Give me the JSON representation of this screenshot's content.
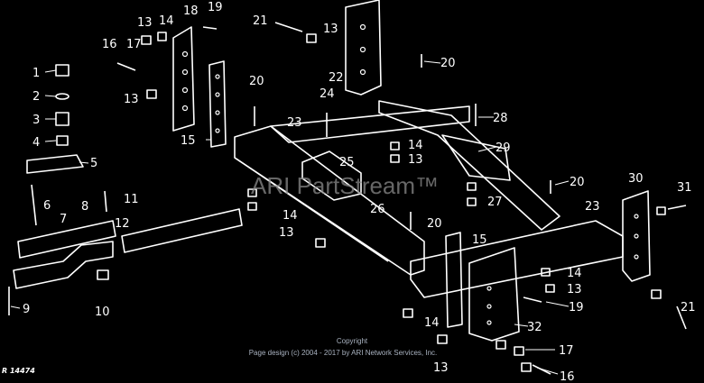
{
  "diagram": {
    "watermark": "ARI PartStream™",
    "copyright_line1": "Copyright",
    "copyright_line2": "Page design (c) 2004 - 2017 by ARI Network Services, Inc.",
    "figure_ref": "R 14474",
    "callouts": [
      "1",
      "2",
      "3",
      "4",
      "5",
      "6",
      "7",
      "8",
      "9",
      "10",
      "11",
      "12",
      "13",
      "14",
      "15",
      "16",
      "17",
      "18",
      "19",
      "20",
      "21",
      "22",
      "23",
      "24",
      "25",
      "26",
      "27",
      "28",
      "29",
      "30",
      "31",
      "32"
    ],
    "colors": {
      "background": "#000000",
      "lines": "#ffffff",
      "watermark": "#8a8a8a"
    }
  }
}
